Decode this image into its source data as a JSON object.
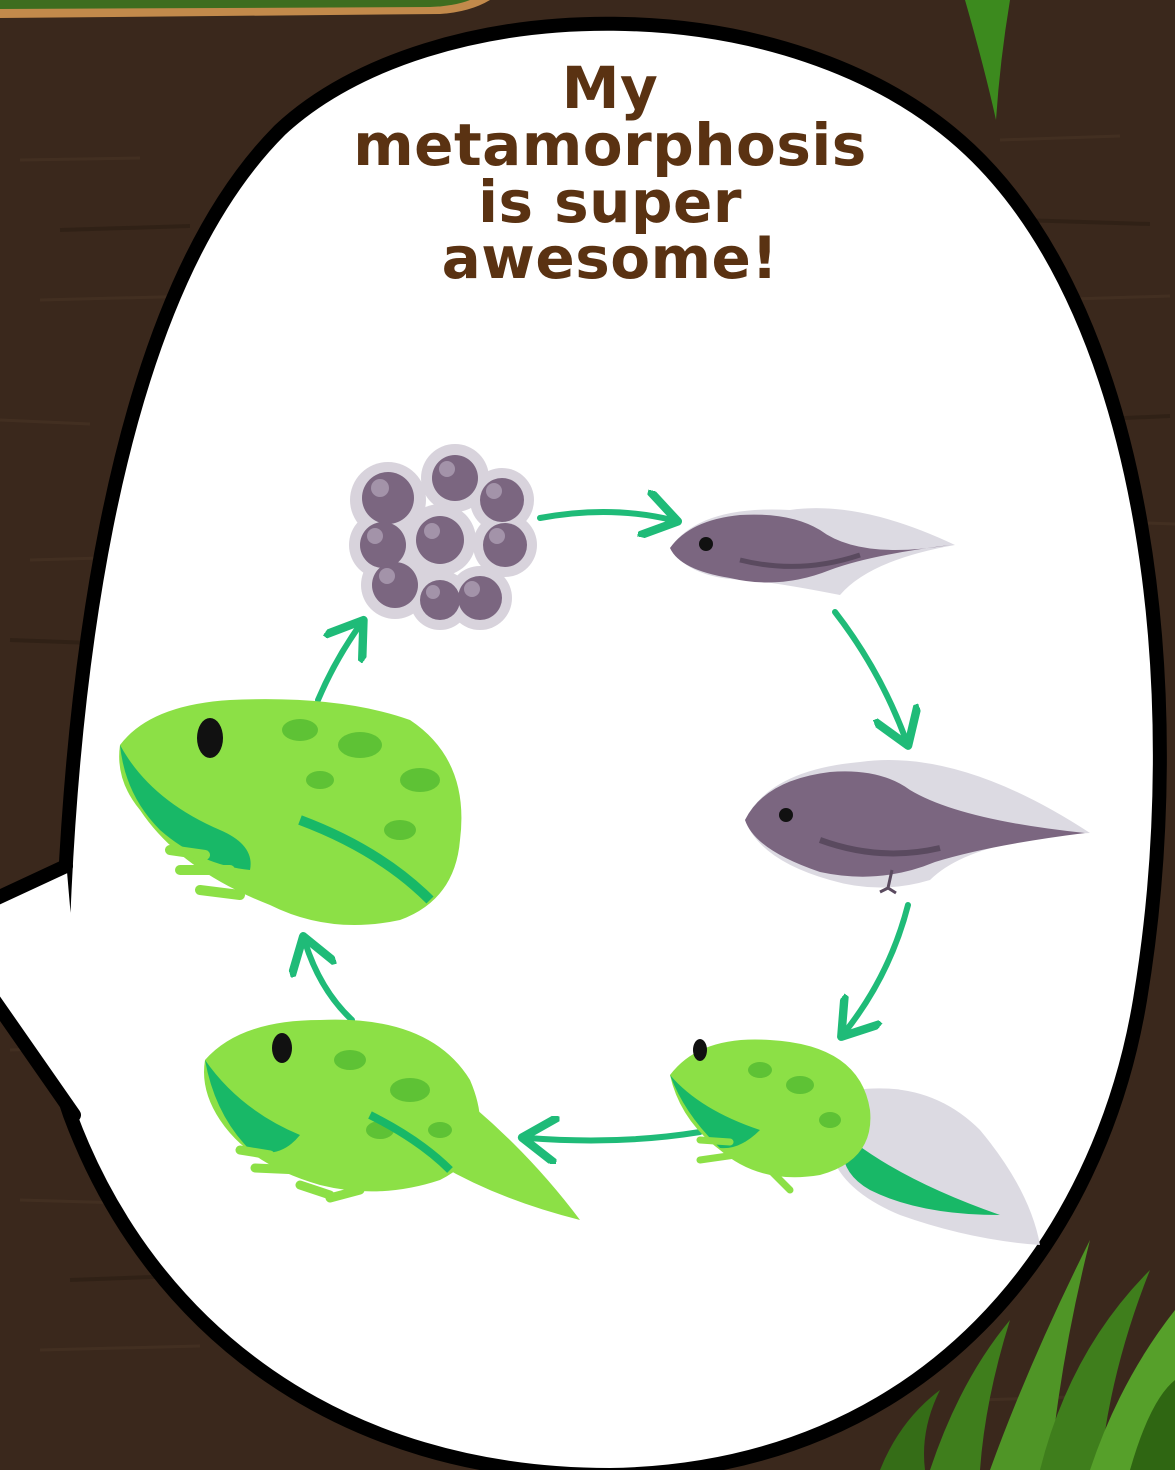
{
  "bubble_text": [
    "My",
    "metamorphosis",
    "is super",
    "awesome!"
  ],
  "lifecycle": {
    "stages": [
      "eggs-icon",
      "tadpole-icon",
      "tadpole-with-legs-icon",
      "froglet-with-tail-icon",
      "young-frog-icon",
      "adult-frog-icon"
    ],
    "arrow_color": "#1fbb78"
  },
  "colors": {
    "ground": "#3a281c",
    "ground_dark": "#2f2016",
    "bubble_fill": "#ffffff",
    "bubble_outline": "#000000",
    "text": "#5a3212",
    "frog_light": "#8ce046",
    "frog_dark": "#18b867",
    "tadpole": "#7b6680",
    "tadpole_light": "#dcdae2",
    "grass": "#3f7e1c"
  }
}
